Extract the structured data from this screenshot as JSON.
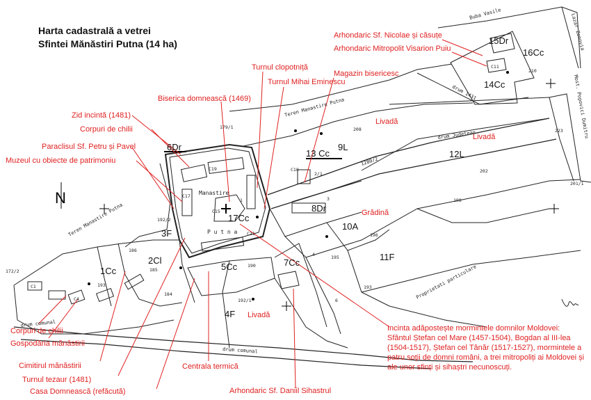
{
  "title": {
    "line1": "Harta cadastrală a vetrei",
    "line2": "Sfintei Mănăstiri Putna (14 ha)"
  },
  "north": "N",
  "labels": {
    "arhondaric_nicolae": "Arhondaric Sf. Nicolae și căsuțe",
    "arhondaric_visarion": "Arhondaric Mitropolit Visarion Puiu",
    "turnul_clopotnita": "Turnul clopotniță",
    "turnul_mihai": "Turnul Mihai Eminescu",
    "magazin": "Magazin bisericesc",
    "biserica": "Biserica domnească (1469)",
    "zid_incinta": "Zid incintă (1481)",
    "corpuri_chilii_top": "Corpuri de chilii",
    "paraclisul": "Paraclisul Sf. Petru și Pavel",
    "muzeul": "Muzeul cu obiecte de patrimoniu",
    "livada_1": "Livadă",
    "livada_2": "Livadă",
    "livada_3": "Livadă",
    "gradina": "Grădină",
    "corpuri_chilii_bottom": "Corpuri de chilii",
    "gospodaria": "Gospodăria mănăstirii",
    "cimitirul": "Cimitirul mănăstirii",
    "turnul_tezaur": "Turnul tezaur (1481)",
    "casa_domneasca": "Casa Domnească (refăcută)",
    "centrala": "Centrala termică",
    "arhondaric_daniil": "Arhondaric Sf. Daniil Sihastrul",
    "incinta_note": "Incinta adăpostește mormintele domnilor Moldovei: Sfântul Ștefan cel Mare (1457-1504), Bogdan al III-lea (1504-1517), Ștefan cel Tânăr (1517-1527), mormintele a patru soții de domni români, a trei mitropoliți ai Moldovei și ale unor sfinți și sihaștri necunoscuți."
  },
  "parcels": {
    "p15Dr": "15Dr",
    "p16Cc": "16Cc",
    "p14Cc": "14Cc",
    "p13Cc": "13 Cc",
    "p9L": "9L",
    "p12L": "12L",
    "p6Dr": "6Dr",
    "p8Dr": "8Dr",
    "p17Cc": "17Cc",
    "p3F": "3F",
    "p10A": "10A",
    "p11F": "11F",
    "p2Cl": "2Cl",
    "p1Cc": "1Cc",
    "p5Cc": "5Cc",
    "p7Cc": "7Cc",
    "p4F": "4F"
  },
  "small_labels": {
    "manastire": "Manastire",
    "putna": "P u t n a",
    "n179_1": "179/1",
    "n192_2": "192/2",
    "n186": "186",
    "n185": "185",
    "n184": "184",
    "n190": "190",
    "n192_1": "192/1",
    "n193a": "193",
    "n193b": "193",
    "n195": "195",
    "n196": "196",
    "n198": "198",
    "n202": "202",
    "n208": "208",
    "n210": "210",
    "n223": "223",
    "n201_1": "201/1",
    "n172_2": "172/2",
    "n2_1": "2/1",
    "n3": "3",
    "n4": "4",
    "n6": "6",
    "n1": "1",
    "c15": "C15",
    "c19": "C19",
    "c21": "C21",
    "c17": "C17",
    "c11": "C11",
    "c10": "C10",
    "c1": "C1",
    "c4": "C4"
  },
  "road_labels": {
    "teren_putna_top": "Teren Manastire Putna",
    "teren_putna_left": "Teren Manastire Putna",
    "drum_judetean": "drum Judetean",
    "drum_comunal_bottom": "drum comunal",
    "drum_comunal_left": "drum comunal",
    "proprietati": "Proprietati particulare",
    "buba_vasile": "Buba Vasile",
    "lazar_zenovia": "Lazar Zenovia",
    "most_popovici": "Most. Popovici Dumitru",
    "drum_1431": "drum 1431",
    "n1280_2": "1280/2"
  },
  "colors": {
    "accent": "#e02020",
    "ink": "#111111"
  }
}
